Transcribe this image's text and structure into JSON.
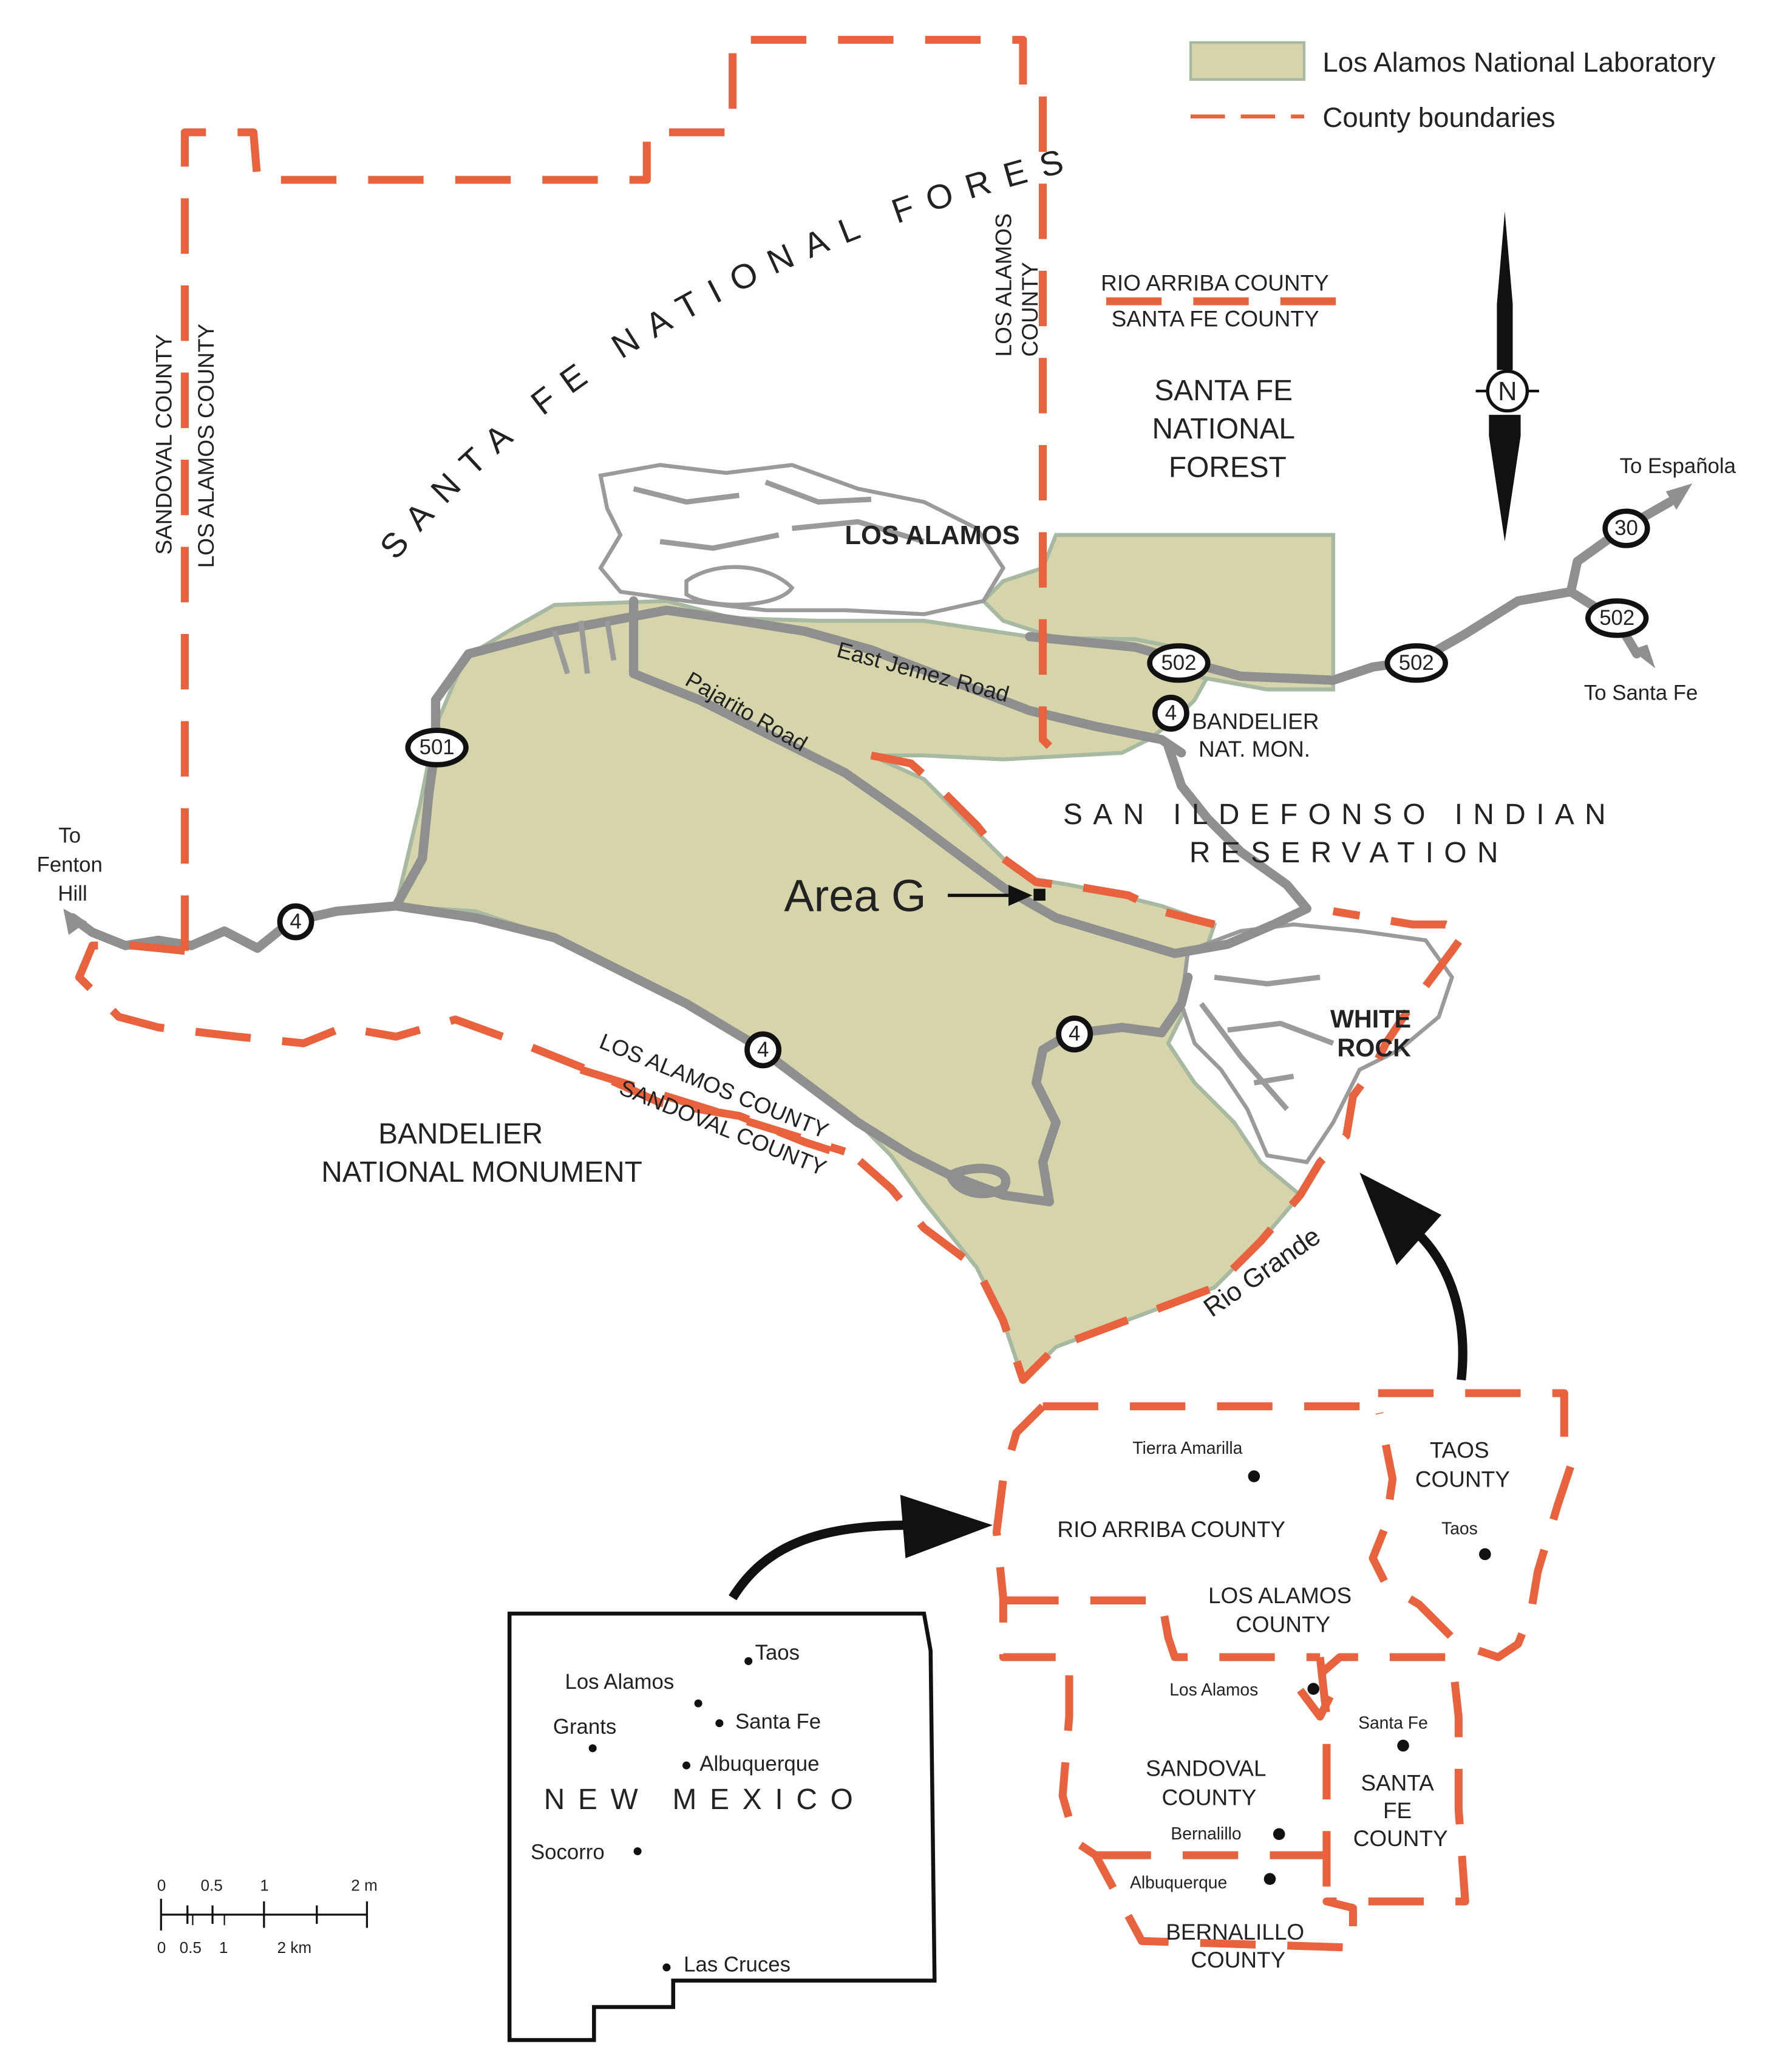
{
  "legend": {
    "lab_label": "Los Alamos National Laboratory",
    "county_label": "County boundaries",
    "lab_color": "#d6d4ab",
    "county_color": "#e8623d"
  },
  "labels": {
    "santa_fe_nf_arc": "SANTA FE NATIONAL FOREST",
    "santa_fe_nf_1": "SANTA FE",
    "santa_fe_nf_2": "NATIONAL",
    "santa_fe_nf_3": "FOREST",
    "los_alamos_county_vert_1": "LOS ALAMOS",
    "los_alamos_county_vert_2": "COUNTY",
    "rio_arriba_county": "RIO ARRIBA COUNTY",
    "santa_fe_county": "SANTA FE COUNTY",
    "sandoval_county_vert": "SANDOVAL COUNTY",
    "los_alamos_county_left": "LOS ALAMOS COUNTY",
    "los_alamos_town": "LOS ALAMOS",
    "east_jemez_road": "East Jemez Road",
    "pajarito_road": "Pajarito Road",
    "bandelier_nm_1": "BANDELIER",
    "bandelier_nm_2": "NAT. MON.",
    "san_ildefonso_1": "SAN ILDEFONSO INDIAN",
    "san_ildefonso_2": "RESERVATION",
    "area_g": "Area G",
    "white_rock_1": "WHITE",
    "white_rock_2": "ROCK",
    "to_fenton_1": "To",
    "to_fenton_2": "Fenton",
    "to_fenton_3": "Hill",
    "to_espanola": "To Española",
    "to_santa_fe": "To Santa Fe",
    "los_alamos_county_s": "LOS ALAMOS COUNTY",
    "sandoval_county_s": "SANDOVAL COUNTY",
    "bandelier_monument_1": "BANDELIER",
    "bandelier_monument_2": "NATIONAL MONUMENT",
    "rio_grande": "Rio Grande",
    "north": "N"
  },
  "routes": {
    "r502a": "502",
    "r502b": "502",
    "r502c": "502",
    "r30": "30",
    "r4_bandelier": "4",
    "r501": "501",
    "r4_west": "4",
    "r4_south": "4",
    "r4_whiterock": "4"
  },
  "inset_counties": {
    "tierra_amarilla": "Tierra Amarilla",
    "rio_arriba": "RIO ARRIBA COUNTY",
    "taos_county_1": "TAOS",
    "taos_county_2": "COUNTY",
    "taos": "Taos",
    "los_alamos_county_1": "LOS ALAMOS",
    "los_alamos_county_2": "COUNTY",
    "los_alamos": "Los Alamos",
    "santa_fe": "Santa Fe",
    "sandoval_1": "SANDOVAL",
    "sandoval_2": "COUNTY",
    "santa_fe_county_1": "SANTA",
    "santa_fe_county_2": "FE",
    "santa_fe_county_3": "COUNTY",
    "bernalillo": "Bernalillo",
    "albuquerque": "Albuquerque",
    "bernalillo_county_1": "BERNALILLO",
    "bernalillo_county_2": "COUNTY"
  },
  "inset_state": {
    "name": "NEW MEXICO",
    "taos": "Taos",
    "los_alamos": "Los Alamos",
    "grants": "Grants",
    "santa_fe": "Santa Fe",
    "albuquerque": "Albuquerque",
    "socorro": "Socorro",
    "las_cruces": "Las Cruces"
  },
  "scale": {
    "mi_0": "0",
    "mi_05": "0.5",
    "mi_1": "1",
    "mi_2": "2 m",
    "km_0": "0",
    "km_05": "0.5",
    "km_1": "1",
    "km_2": "2 km"
  }
}
